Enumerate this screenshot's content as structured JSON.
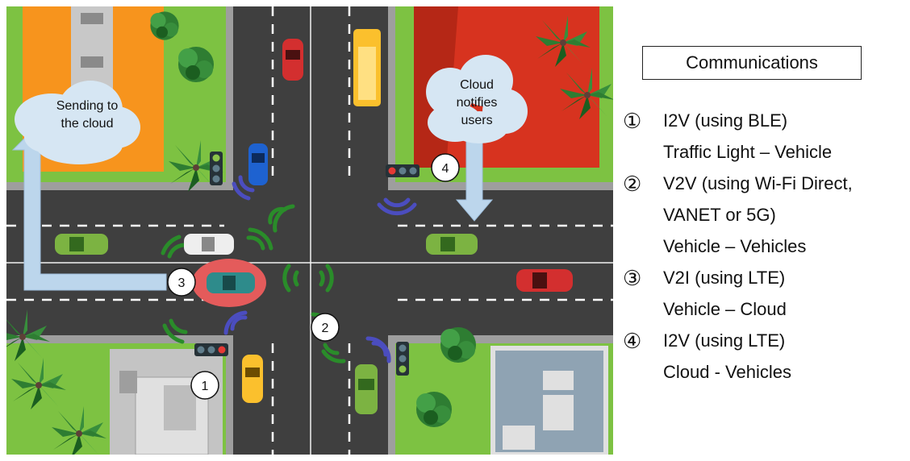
{
  "scene": {
    "clouds": [
      {
        "id": "send",
        "text": [
          "Sending to",
          "the cloud"
        ]
      },
      {
        "id": "notify",
        "text": [
          "Cloud",
          "notifies",
          "users"
        ]
      }
    ],
    "markers": [
      "1",
      "2",
      "3",
      "4"
    ]
  },
  "legend": {
    "title": "Communications",
    "items": [
      {
        "num": "①",
        "lines": [
          "I2V (using BLE)",
          "Traffic Light – Vehicle"
        ]
      },
      {
        "num": "②",
        "lines": [
          "V2V (using Wi-Fi Direct,",
          "VANET or 5G)",
          "Vehicle – Vehicles"
        ]
      },
      {
        "num": "③",
        "lines": [
          "V2I (using LTE)",
          "Vehicle – Cloud"
        ]
      },
      {
        "num": "④",
        "lines": [
          "I2V (using LTE)",
          "Cloud - Vehicles"
        ]
      }
    ]
  },
  "colors": {
    "grass": "#7dc242",
    "road": "#3f3f3f",
    "building_orange": "#f7941d",
    "building_red": "#d7331f",
    "building_gray": "#c4c4c4",
    "cloud_fill": "#d6e6f3",
    "arrow": "#bcd6ec",
    "signal_green": "#2a8c2a",
    "signal_blue": "#4b4dbf",
    "highlight": "#e45b5b"
  }
}
